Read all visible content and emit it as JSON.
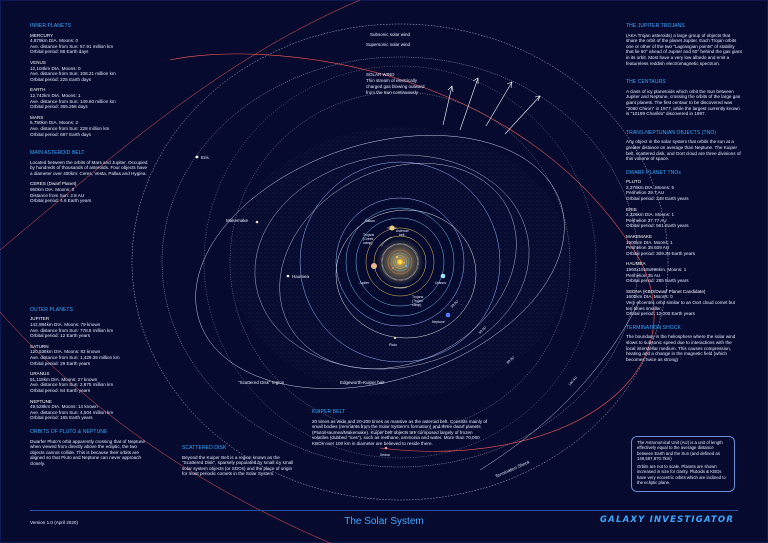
{
  "left": {
    "inner": {
      "title": "INNER PLANETS",
      "planets": [
        {
          "name": "MERCURY",
          "l1": "4,879km DIA. Moons: 0",
          "l2": "Ave. distance from Sun: 57.91 million km",
          "l3": "Orbital period: 88 Earth days"
        },
        {
          "name": "VENUS",
          "l1": "12,104km DIA. Moons: 0",
          "l2": "Ave. distance from Sun: 108.21 million km",
          "l3": "Orbital period: 225 Earth days"
        },
        {
          "name": "EARTH",
          "l1": "12,742km DIA. Moons: 1",
          "l2": "Ave. distance from Sun: 149.60 million km",
          "l3": "Orbital period: 365.256 days"
        },
        {
          "name": "MARS",
          "l1": "6,780km DIA. Moons: 2",
          "l2": "Ave. distance from Sun: 228 million km",
          "l3": "Orbital period: 687 Earth days"
        }
      ]
    },
    "belt": {
      "title": "MAIN ASTEROID BELT",
      "text": "Located between the orbits of Mars and Jupiter. Occupied by hundreds of thousands of asteroids. Four objects have a diameter over 400km: Ceres, Vesta, Pallas and Hygiea.",
      "ceres_name": "CERES (Dwarf Planet)",
      "ceres_l1": "950km DIA. Moons: 0",
      "ceres_l2": "Distance from Sun: 2.8 AU",
      "ceres_l3": "Orbital period: 4.6 Earth years"
    },
    "outer": {
      "title": "OUTER PLANETS",
      "planets": [
        {
          "name": "JUPITER",
          "l1": "142,984km DIA. Moons: 79 known",
          "l2": "Ave. distance from Sun: 778.5 million km",
          "l3": "Orbital period: 12 Earth years"
        },
        {
          "name": "SATURN",
          "l1": "120,536km DIA. Moons: 82 known",
          "l2": "Ave. distance from Sun: 1,429.39 million km",
          "l3": "Orbital period: 29 Earth years"
        },
        {
          "name": "URANUS",
          "l1": "51,118km DIA. Moons: 27 known",
          "l2": "Ave. distance from Sun: 2,875 million km",
          "l3": "Orbital period: 84 Earth years"
        },
        {
          "name": "NEPTUNE",
          "l1": "49,528km DIA. Moons: 14 known",
          "l2": "Ave. distance from Sun: 4,504 million km",
          "l3": "Orbital period: 165 Earth years"
        }
      ]
    },
    "pluto": {
      "title": "ORBITS OF PLUTO & NEPTUNE",
      "text": "Dwarfer Pluto's orbit apparently crossing that of Neptune when viewed from directly above the ecliptic, the two objects cannot collide. This is because their orbits are aligned so that Pluto and Neptune can never approach closely."
    }
  },
  "right": {
    "trojans": {
      "title": "THE JUPITER TROJANS",
      "text": "(AKA Trojan asteroids) a large group of objects that share the orbit of the planet Jupiter. Each Trojan orbits one or other of the two \"Lagrangian points\" of stability that lie 60° ahead of Jupiter and 60° behind the gas giant in its orbit. Most have a very low albedo and emit a featureless reddish electromagnetic spectrum."
    },
    "centaurs": {
      "title": "THE CENTAURS",
      "text": "A class of icy planetoids which orbit the Sun between Jupiter and Neptune, crossing the orbits of the large gas giant planets. The first centaur to be discovered was \"2060 Chiron\" in 1977, while the largest currently known is \"10199 Chariklo\" discovered in 1997."
    },
    "tno": {
      "title": "TRANS-NEPTUNIAN OBJECTS (TNO)",
      "text": "Any object in the solar system that orbits the sun at a greater distance on average than Neptune. The Kuiper belt, scattered disk, and Oort cloud are three divisions of this volume of space."
    },
    "dwarfs": {
      "title": "DWARF PLANET TNOs",
      "items": [
        {
          "name": "PLUTO",
          "l1": "2,376km DIA. Moons: 5",
          "l2": "Perihelion 29.7 AU",
          "l3": "Orbital period: 248 Earth years"
        },
        {
          "name": "ERIS",
          "l1": "2,326km DIA. Moons: 1",
          "l2": "Perihelion 37.77 AU",
          "l3": "Orbital period: 561 Earth years"
        },
        {
          "name": "MAKEMAKE",
          "l1": "1500km DIA. Moons: 1",
          "l2": "Perihelion 38.509 AU",
          "l3": "Orbital period: 309.34 Earth years"
        },
        {
          "name": "HAUMEA",
          "l1": "1960x1518x996km. Moons: 1",
          "l2": "Perihelion 35 AU",
          "l3": "Orbital period: 285 Earth years"
        },
        {
          "name": "SEDNA (KBO/Dwarf Planet Candidate)",
          "l1": "1600km DIA. Moons: 0",
          "l2": "Very eccentric orbit similar to an Oort cloud comet but ten times smaller.",
          "l3": "Orbital period: 12,000 Earth years"
        }
      ]
    },
    "shock": {
      "title": "TERMINATION SHOCK",
      "text": "The boundary in the heliosphere where the solar wind slows to subsonic speed due to interactions with the local interstellar medium. This causes compression, heating and a change in the magnetic field (which becomes twice as strong)"
    },
    "au_p1": "The Astronomical Unit (AU) is a unit of length effectively equal to the average distance between Earth and the Sun (and defined as 149,597,870.7km)",
    "au_p2": "Orbits are not to scale. Planets are shown increased in size for clarity. Plutoids & KBOs have very eccentric orbits which are inclined to the ecliptic plane."
  },
  "kuiper": {
    "title": "KUIPER BELT",
    "text": "20 times as wide and 20-200 times as massive as the asteroid belt. Consists mainly of small bodies (remnants from the Solar System's formation) and three dwarf planets (Pluto/Haumea/Makemake). Kuiper belt objects are composed largely of frozen volatiles (dubbed \"ices\"), such as methane, ammonia and water. More than 70,000 KBOs over 100 km in diameter are believed to reside there."
  },
  "scattered": {
    "title": "SCATTERED DISK",
    "text": "Beyond the Kuiper Belt is a region known as the \"Scattered Disk\", sparsely populated by small icy small solar system objects (or SDOs) and the place of origin for most periodic comets in the Solar System."
  },
  "diagram": {
    "subsonic": "Subsonic solar wind",
    "supersonic": "Supersonic solar wind",
    "wind_title": "SOLAR WIND",
    "wind_l1": "Thin stream of electrically",
    "wind_l2": "charged gas blowing outward",
    "wind_l3": "from the Sun continuously",
    "eris": "Eris",
    "makemake": "Makemake",
    "haumea": "Haumea",
    "saturn": "Saturn",
    "jupiter": "Jupiter",
    "uranus": "Uranus",
    "neptune": "Neptune",
    "pluto": "Pluto",
    "sedna": "Sedna",
    "trojans_a": "Trojans",
    "trojans_a2": "(Greek",
    "trojans_a3": "camp)",
    "trojans_b": "Trojans",
    "trojans_b2": "(Trojan",
    "trojans_b3": "camp)",
    "asteroid_belt": "Asteroid",
    "asteroid_belt2": "belt",
    "scattered_region": "\"Scattered Disk\" region",
    "edgeworth": "Edgeworth-Kuiper belt",
    "termination": "Termination Shock",
    "au30": "30 AU",
    "au50": "50 AU",
    "au80": "80 AU",
    "au100": "100 AU"
  },
  "footer": {
    "version": "Version 1.0 (April 2020)",
    "title": "The Solar System",
    "brand": "GALAXY INVESTIGATOR"
  }
}
